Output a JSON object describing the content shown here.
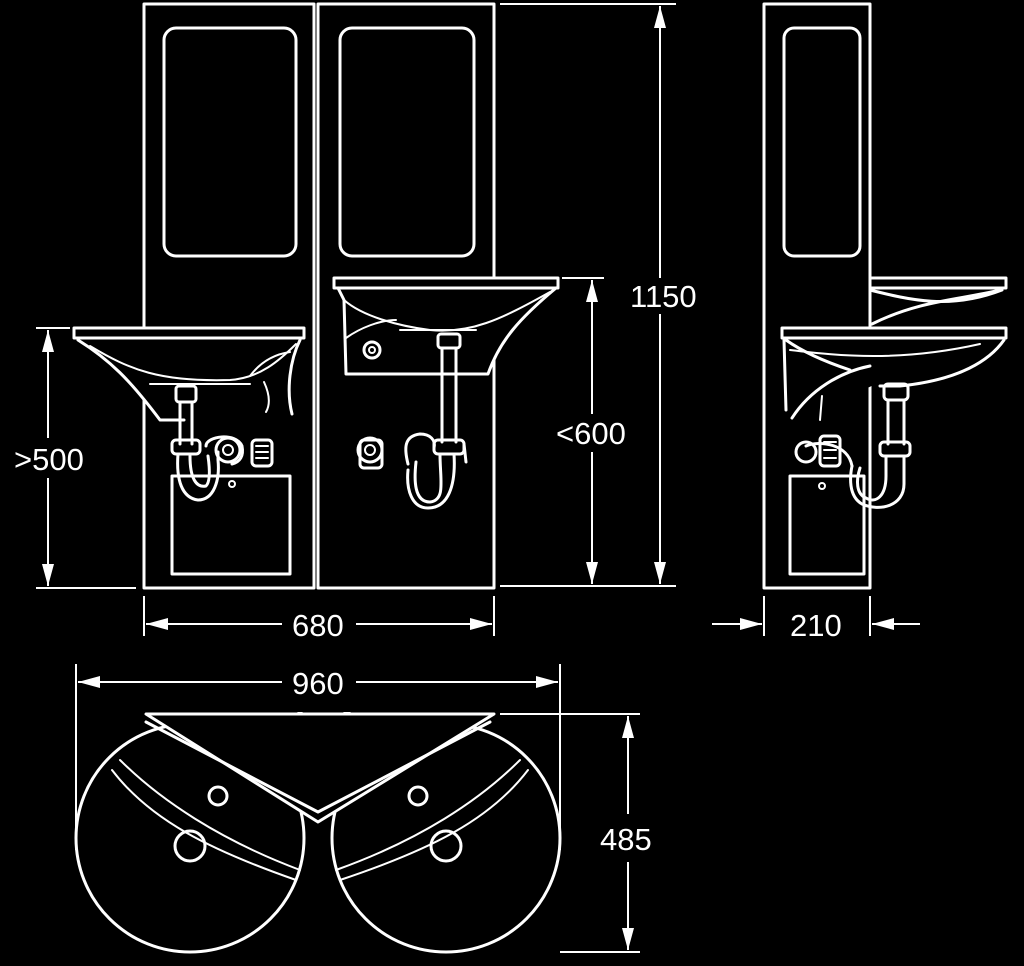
{
  "dimensions": {
    "width_total": "960",
    "width_frame": "680",
    "height_total": "1150",
    "height_basin_max": "<600",
    "height_basin_min": ">500",
    "depth_side": "210",
    "depth_top": "485"
  },
  "colors": {
    "background": "#000000",
    "line": "#ffffff"
  }
}
